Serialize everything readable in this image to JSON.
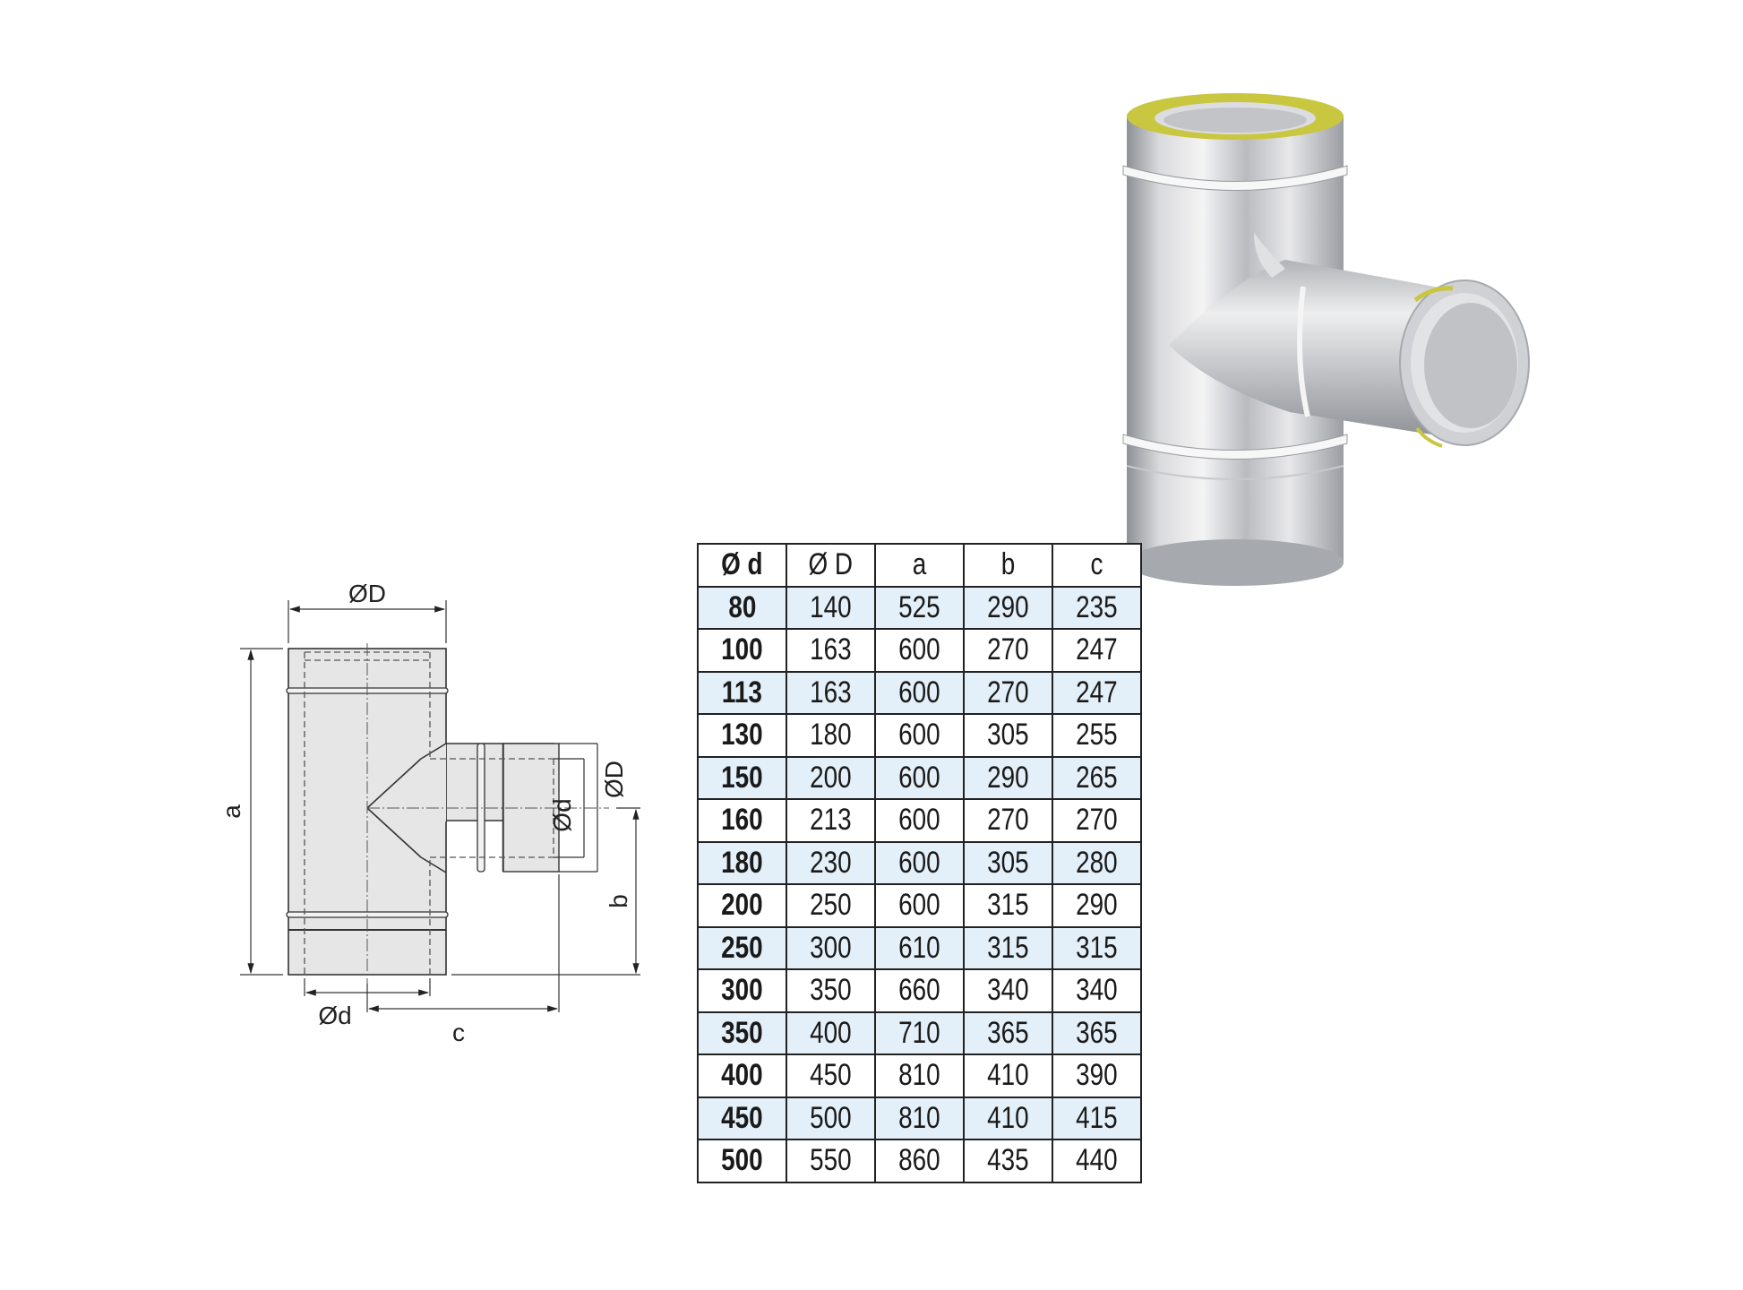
{
  "drawing": {
    "labels": {
      "outer_diameter_top": "ØD",
      "outer_diameter_branch": "ØD",
      "inner_diameter_branch": "Ød",
      "inner_diameter_bottom": "Ød",
      "dim_a": "a",
      "dim_b": "b",
      "dim_c": "c"
    }
  },
  "product_image": {
    "description": "Stainless steel insulated chimney tee, 90° branch",
    "colors": {
      "steel_light": "#e8e8ea",
      "steel_mid": "#b9bbbf",
      "steel_dark": "#8d9095",
      "insulation": "#c9c640"
    }
  },
  "table": {
    "headers": [
      "Ø d",
      "Ø D",
      "a",
      "b",
      "c"
    ],
    "rows": [
      [
        "80",
        "140",
        "525",
        "290",
        "235"
      ],
      [
        "100",
        "163",
        "600",
        "270",
        "247"
      ],
      [
        "113",
        "163",
        "600",
        "270",
        "247"
      ],
      [
        "130",
        "180",
        "600",
        "305",
        "255"
      ],
      [
        "150",
        "200",
        "600",
        "290",
        "265"
      ],
      [
        "160",
        "213",
        "600",
        "270",
        "270"
      ],
      [
        "180",
        "230",
        "600",
        "305",
        "280"
      ],
      [
        "200",
        "250",
        "600",
        "315",
        "290"
      ],
      [
        "250",
        "300",
        "610",
        "315",
        "315"
      ],
      [
        "300",
        "350",
        "660",
        "340",
        "340"
      ],
      [
        "350",
        "400",
        "710",
        "365",
        "365"
      ],
      [
        "400",
        "450",
        "810",
        "410",
        "390"
      ],
      [
        "450",
        "500",
        "810",
        "410",
        "415"
      ],
      [
        "500",
        "550",
        "860",
        "435",
        "440"
      ]
    ],
    "colors": {
      "shade_row": "#e4f0f9",
      "plain_row": "#ffffff",
      "border": "#222222"
    }
  }
}
